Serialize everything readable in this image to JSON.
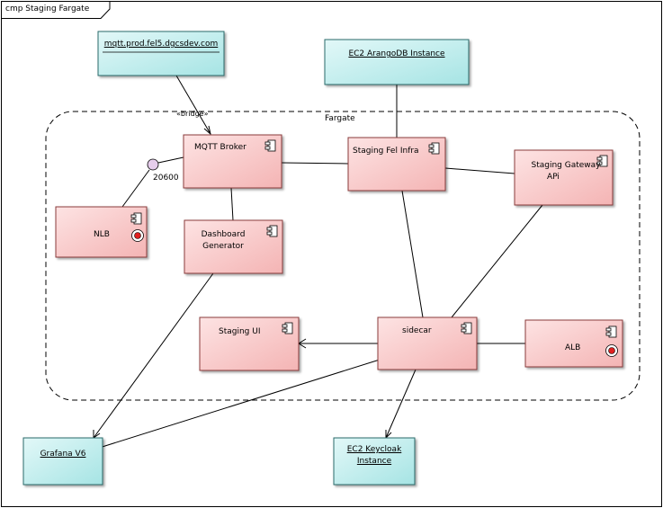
{
  "diagram": {
    "title": "cmp Staging Fargate",
    "boundary_label": "Fargate",
    "stereotype": "«bridge»",
    "port_label": "20600",
    "colors": {
      "component_fill_top": "#fde3e3",
      "component_fill_bottom": "#f4b4b4",
      "component_stroke": "#8a3a3a",
      "node_fill_top": "#e2f8f8",
      "node_fill_bottom": "#a6e4e4",
      "node_stroke": "#2a6a6a",
      "interface_fill": "#e6cdec",
      "end_marker": "#e02020"
    }
  },
  "external_nodes": {
    "mqtt_endpoint": "mqtt.prod.fel5.dgcsdev.com",
    "arangodb": "EC2 ArangoDB Instance",
    "grafana": "Grafana V6",
    "keycloak_line1": "EC2 Keycloak",
    "keycloak_line2": "Instance"
  },
  "components": {
    "mqtt_broker": "MQTT Broker",
    "nlb": "NLB",
    "dashboard_line1": "Dashboard",
    "dashboard_line2": "Generator",
    "fel_infra": "Staging Fel Infra",
    "gateway_line1": "Staging Gateway",
    "gateway_line2": "APi",
    "staging_ui": "Staging UI",
    "sidecar": "sidecar",
    "alb": "ALB"
  }
}
